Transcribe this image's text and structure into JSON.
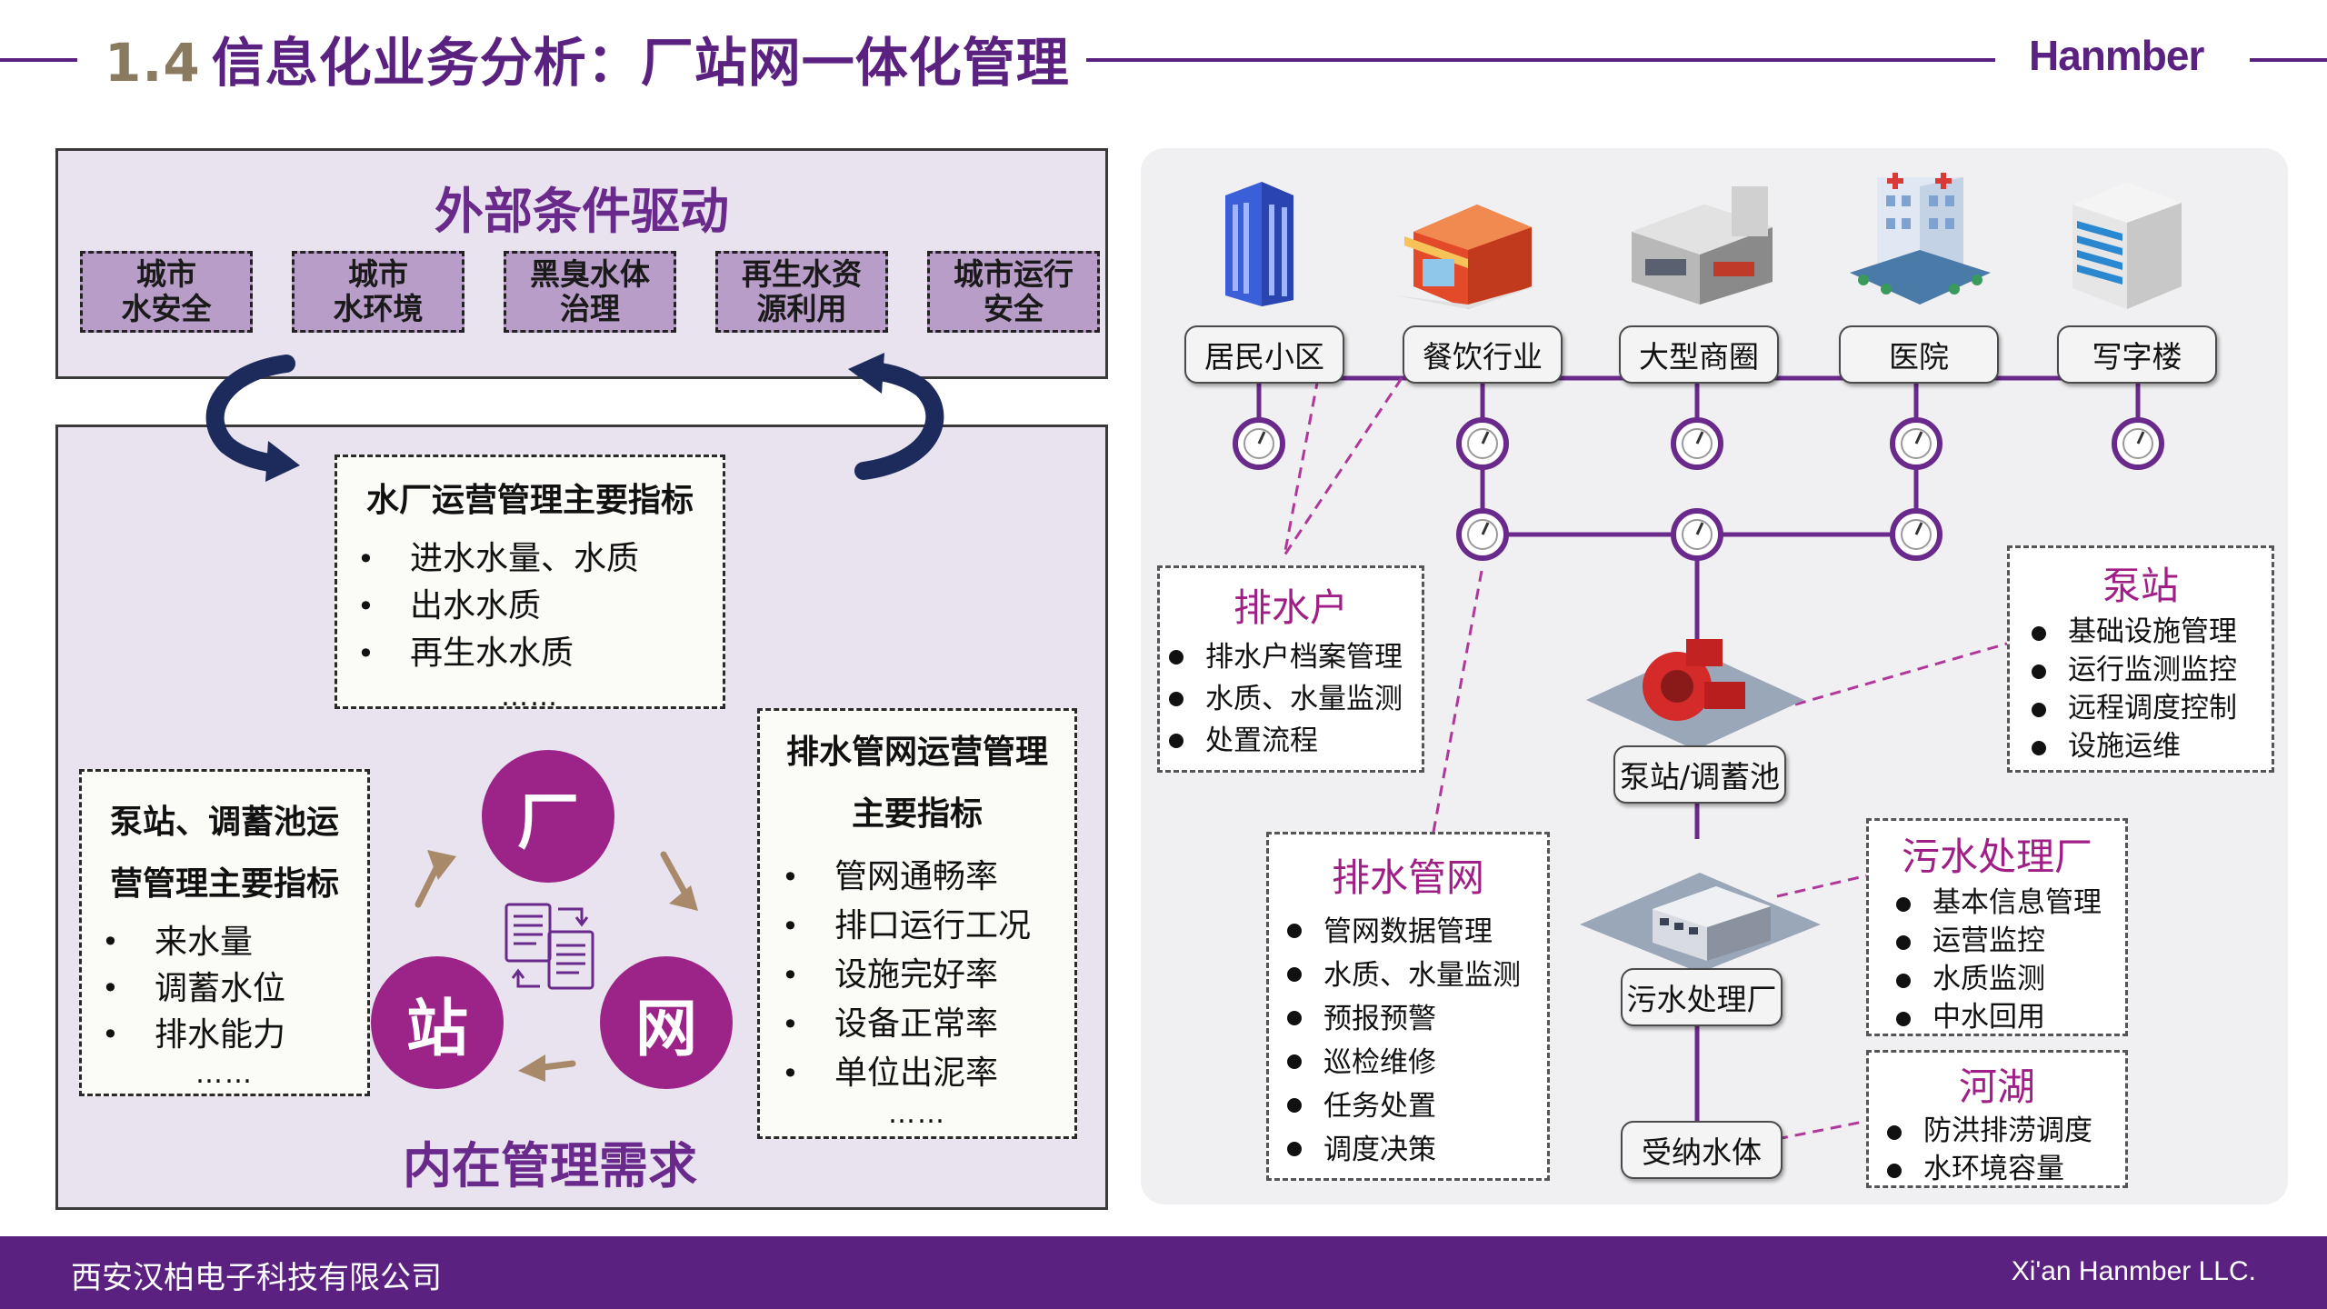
{
  "header": {
    "title_num": "1.4",
    "title_text": "信息化业务分析：厂站网一体化管理",
    "brand": "Hanmber"
  },
  "footer": {
    "company": "西安汉柏电子科技有限公司",
    "company_en": "Xi'an Hanmber LLC."
  },
  "colors": {
    "brand_purple": "#5a2181",
    "magenta": "#9c2488",
    "panel_bg": "#e9e3f0",
    "factor_bg": "#b89dc8",
    "pipe_purple": "#6a2a8c"
  },
  "external": {
    "title": "外部条件驱动",
    "factors": [
      {
        "l1": "城市",
        "l2": "水安全"
      },
      {
        "l1": "城市",
        "l2": "水环境"
      },
      {
        "l1": "黑臭水体",
        "l2": "治理"
      },
      {
        "l1": "再生水资",
        "l2": "源利用"
      },
      {
        "l1": "城市运行",
        "l2": "安全"
      }
    ]
  },
  "internal": {
    "title": "内在管理需求",
    "plant_box": {
      "title": "水厂运营管理主要指标",
      "items": [
        "进水水量、水质",
        "出水水质",
        "再生水水质"
      ],
      "more": "……"
    },
    "pump_box": {
      "title_l1": "泵站、调蓄池运",
      "title_l2": "营管理主要指标",
      "items": [
        "来水量",
        "调蓄水位",
        "排水能力"
      ],
      "more": "……"
    },
    "network_box": {
      "title_l1": "排水管网运营管理",
      "title_l2": "主要指标",
      "items": [
        "管网通畅率",
        "排口运行工况",
        "设施完好率",
        "设备正常率",
        "单位出泥率"
      ],
      "more": "……"
    },
    "cycle": {
      "plant": "厂",
      "station": "站",
      "network": "网"
    }
  },
  "right": {
    "users": [
      "居民小区",
      "餐饮行业",
      "大型商圈",
      "医院",
      "写字楼"
    ],
    "nodes": {
      "pump": "泵站/调蓄池",
      "plant": "污水处理厂",
      "receiver": "受纳水体"
    },
    "drainer": {
      "title": "排水户",
      "items": [
        "排水户档案管理",
        "水质、水量监测",
        "处置流程"
      ]
    },
    "pipe_network": {
      "title": "排水管网",
      "items": [
        "管网数据管理",
        "水质、水量监测",
        "预报预警",
        "巡检维修",
        "任务处置",
        "调度决策"
      ]
    },
    "pump_station": {
      "title": "泵站",
      "items": [
        "基础设施管理",
        "运行监测监控",
        "远程调度控制",
        "设施运维"
      ]
    },
    "sewage_plant": {
      "title": "污水处理厂",
      "items": [
        "基本信息管理",
        "运营监控",
        "水质监测",
        "中水回用"
      ]
    },
    "river": {
      "title": "河湖",
      "items": [
        "防洪排涝调度",
        "水环境容量"
      ]
    }
  }
}
